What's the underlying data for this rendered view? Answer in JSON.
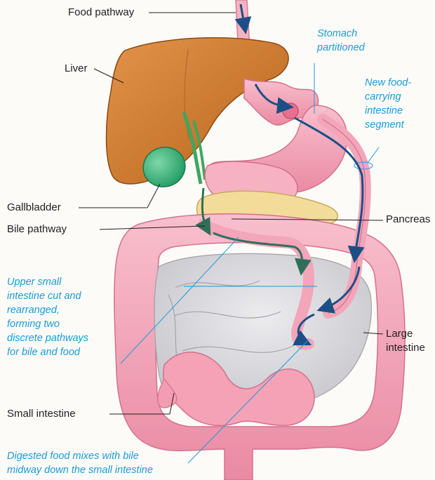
{
  "labels": {
    "food_pathway": "Food pathway",
    "liver": "Liver",
    "gallbladder": "Gallbladder",
    "bile_pathway": "Bile pathway",
    "pancreas": "Pancreas",
    "large_intestine": [
      "Large",
      "intestine"
    ],
    "small_intestine": "Small intestine"
  },
  "annotations": {
    "stomach": [
      "Stomach",
      "partitioned"
    ],
    "new_segment": [
      "New food-",
      "carrying",
      "intestine",
      "segment"
    ],
    "upper_small": [
      "Upper small",
      "intestine cut and",
      "rearranged,",
      "forming two",
      "discrete pathways",
      "for bile and food"
    ],
    "digested": [
      "Digested food mixes with bile",
      "midway down the small intestine"
    ]
  },
  "colors": {
    "label_text": "#1f1f1f",
    "annotation_text": "#1a9ad6",
    "food_arrow": "#1b4f86",
    "bile_arrow": "#2f6f5a",
    "liver": "#c9772e",
    "gallbladder": "#2fae74",
    "bile_duct": "#3fa65e",
    "stomach": "#f2a3b6",
    "intestine": "#f39db3",
    "pancreas": "#f3dc9a",
    "small_bowel_mass": "#d4d4d8"
  }
}
